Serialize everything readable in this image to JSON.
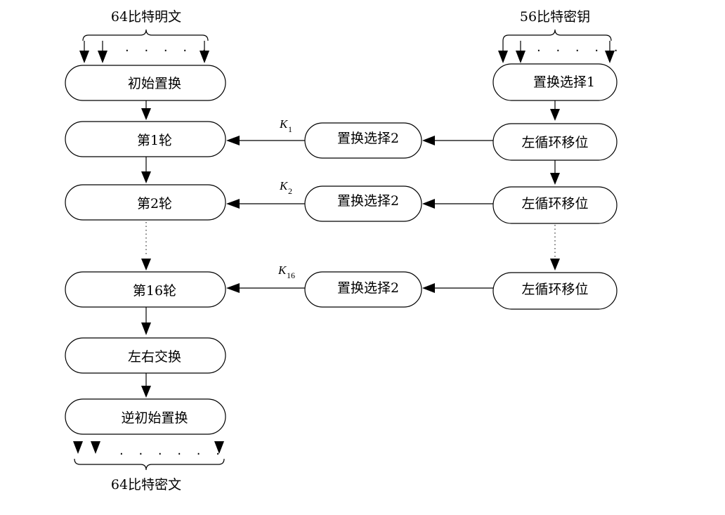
{
  "plaintext_label": "64比特明文",
  "key_label": "56比特密钥",
  "ciphertext_label": "64比特密文",
  "left_column": {
    "initial_permutation": "初始置换",
    "round_1": "第1轮",
    "round_2": "第2轮",
    "round_16": "第16轮",
    "swap": "左右交换",
    "inverse_initial_permutation": "逆初始置换"
  },
  "right_column": {
    "pc1": "置换选择1",
    "shift_1": "左循环移位",
    "shift_2": "左循环移位",
    "shift_16": "左循环移位"
  },
  "middle_column": {
    "pc2_1": "置换选择2",
    "pc2_2": "置换选择2",
    "pc2_16": "置换选择2"
  },
  "subkeys": {
    "k1": {
      "letter": "K",
      "sub": "1"
    },
    "k2": {
      "letter": "K",
      "sub": "2"
    },
    "k16": {
      "letter": "K",
      "sub": "16"
    }
  },
  "bit_dots": "· · · · ·",
  "bit_dots_bottom": "· · · · · ·"
}
